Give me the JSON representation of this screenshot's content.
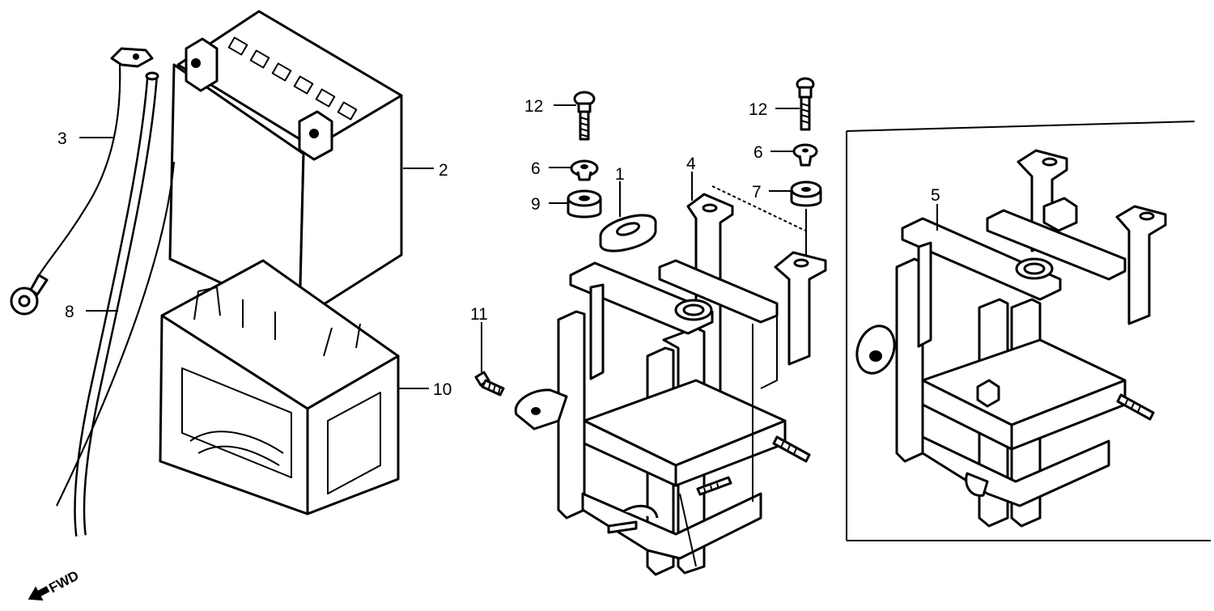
{
  "callouts": [
    {
      "id": "c1",
      "text": "1"
    },
    {
      "id": "c2",
      "text": "2"
    },
    {
      "id": "c3",
      "text": "3"
    },
    {
      "id": "c4",
      "text": "4"
    },
    {
      "id": "c5",
      "text": "5"
    },
    {
      "id": "c6a",
      "text": "6"
    },
    {
      "id": "c6b",
      "text": "6"
    },
    {
      "id": "c7",
      "text": "7"
    },
    {
      "id": "c8",
      "text": "8"
    },
    {
      "id": "c9",
      "text": "9"
    },
    {
      "id": "c10",
      "text": "10"
    },
    {
      "id": "c11",
      "text": "11"
    },
    {
      "id": "c12a",
      "text": "12"
    },
    {
      "id": "c12b",
      "text": "12"
    }
  ],
  "fwd_label": "FWD"
}
